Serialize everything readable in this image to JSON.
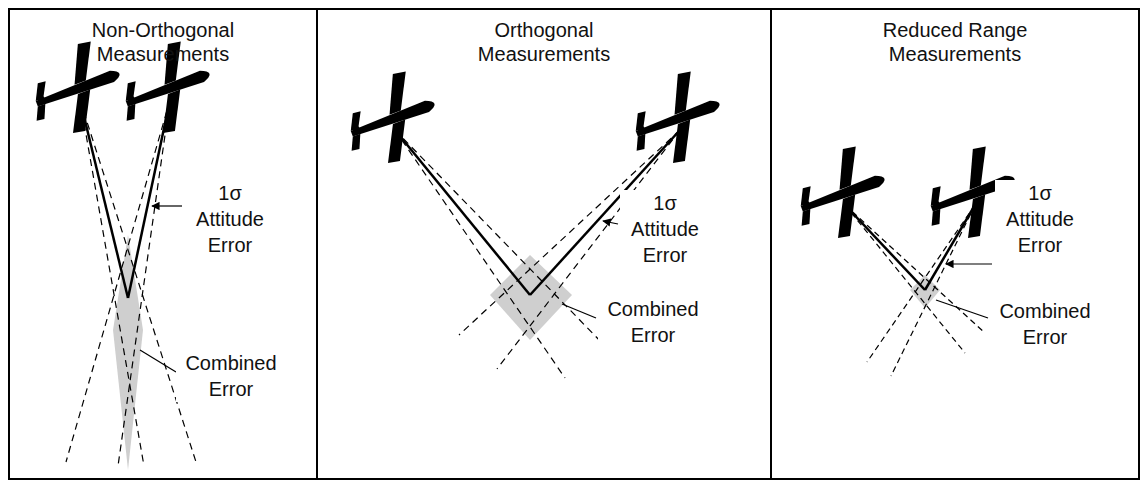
{
  "diagram": {
    "nodes": [
      {
        "text": [
          "Non-Orthogonal Measurements"
        ]
      },
      {
        "text": [
          "Orthogonal Measurements"
        ]
      },
      {
        "text": [
          "Reduced Range Measurements"
        ]
      }
    ],
    "labels": [
      "1σ Attitude Error",
      "Combined Error",
      "1σ Attitude Error",
      "Combined Error",
      "1σ Attitude Error",
      "Combined Error"
    ]
  }
}
